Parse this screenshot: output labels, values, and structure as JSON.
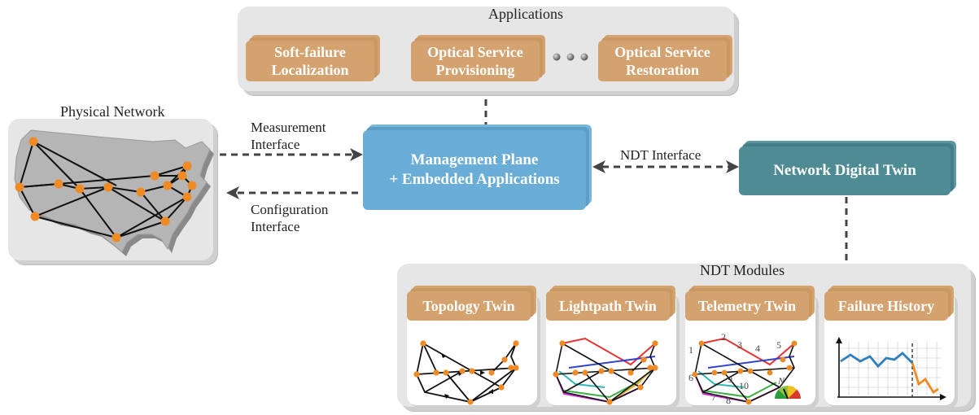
{
  "applications": {
    "title": "Applications",
    "items": [
      {
        "line1": "Soft-failure",
        "line2": "Localization"
      },
      {
        "line1": "Optical Service",
        "line2": "Provisioning"
      },
      {
        "line1": "Optical Service",
        "line2": "Restoration"
      }
    ]
  },
  "physical_network": {
    "title": "Physical Network"
  },
  "interfaces": {
    "measurement_line1": "Measurement",
    "measurement_line2": "Interface",
    "configuration_line1": "Configuration",
    "configuration_line2": "Interface",
    "ndt": "NDT Interface"
  },
  "management_plane": {
    "line1": "Management Plane",
    "line2": "+ Embedded Applications"
  },
  "digital_twin": {
    "label": "Network Digital Twin"
  },
  "ndt_modules": {
    "title": "NDT Modules",
    "modules": [
      {
        "label": "Topology Twin"
      },
      {
        "label": "Lightpath Twin"
      },
      {
        "label": "Telemetry Twin"
      },
      {
        "label": "Failure History"
      }
    ],
    "telemetry_numbers": [
      "1",
      "2",
      "3",
      "4",
      "5",
      "6",
      "7",
      "8",
      "9",
      "10",
      "N"
    ]
  },
  "colors": {
    "node": "#f08a24",
    "app_box": "#d4a26f",
    "management": "#6aaed8",
    "twin": "#4e8b94",
    "panel": "#e6e6e6"
  }
}
